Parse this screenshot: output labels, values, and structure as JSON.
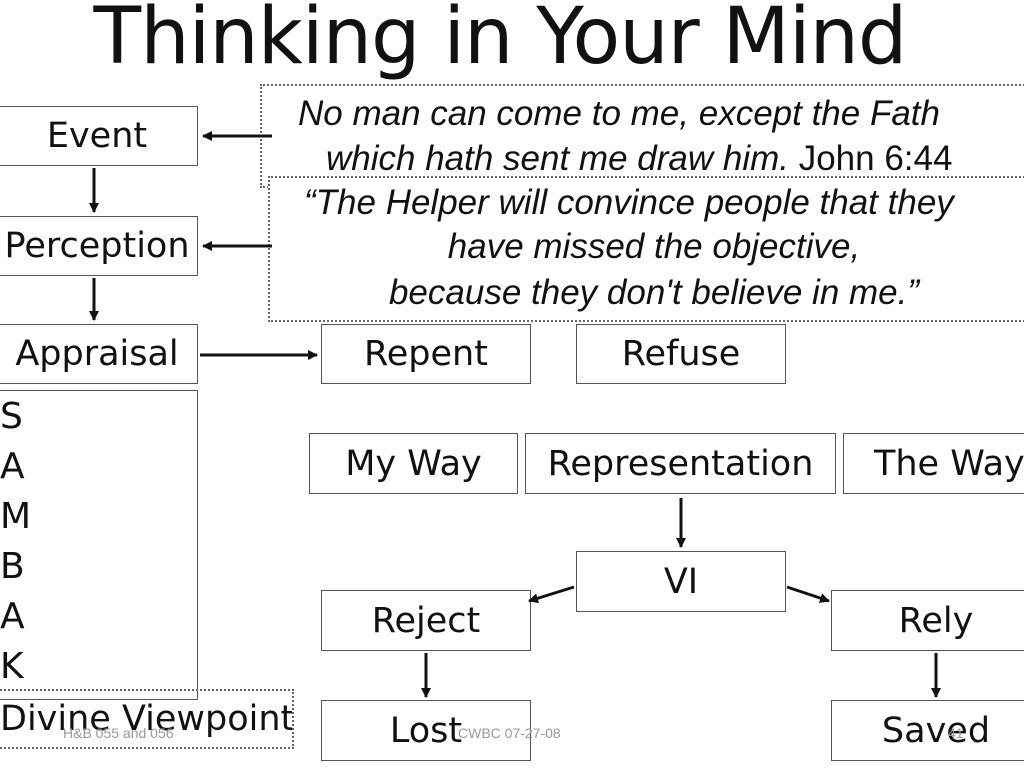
{
  "title": "Thinking in Your Mind",
  "left_column": {
    "event": "Event",
    "perception": "Perception",
    "appraisal": "Appraisal",
    "saambak": [
      "S",
      "A",
      "M",
      "B",
      "A",
      "K"
    ],
    "divine_viewpoint": "Divine Viewpoint"
  },
  "quotes": {
    "quote1_line1": "No man can come to me, except the Fath",
    "quote1_line2": "which hath sent me draw him.",
    "quote1_ref": "John 6:44",
    "quote2_line1": "“The Helper will convince people that they",
    "quote2_line2": "have missed the objective,",
    "quote2_line3": "because they don't believe in me.”"
  },
  "flow": {
    "repent": "Repent",
    "refuse": "Refuse",
    "my_way": "My Way",
    "representation": "Representation",
    "the_way": "The Way",
    "vi": "VI",
    "reject": "Reject",
    "rely": "Rely",
    "lost": "Lost",
    "saved": "Saved"
  },
  "footer": {
    "left": "H&B 055 and 056",
    "center": "CWBC 07-27-08",
    "right": "41"
  },
  "colors": {
    "box_border": "#555555",
    "text": "#111111",
    "footer_text": "#999999"
  }
}
